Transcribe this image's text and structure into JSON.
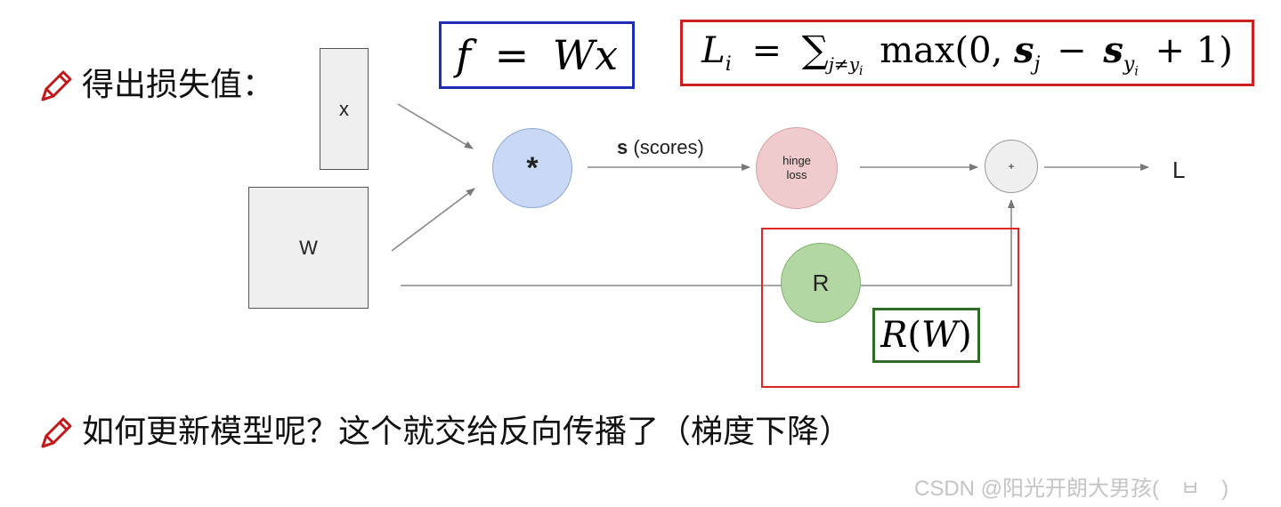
{
  "heading_1": "得出损失值：",
  "heading_2": "如何更新模型呢？这个就交给反向传播了（梯度下降）",
  "icons": {
    "pencil": "pencil-icon"
  },
  "formula_score": {
    "f": "f",
    "eq": "=",
    "W": "W",
    "x": "x"
  },
  "formula_loss": {
    "L": "L",
    "i": "i",
    "eq": "=",
    "sum": "∑",
    "sum_sub_j": "j",
    "sum_sub_neq": "≠",
    "sum_sub_y": "y",
    "sum_sub_yi": "i",
    "max": "max",
    "lparen": "(0,",
    "s1": "s",
    "s1_sub": "j",
    "minus": "−",
    "s2": "s",
    "s2_sub_y": "y",
    "s2_sub_i": "i",
    "plus_one": "+ 1)"
  },
  "formula_reg": {
    "R": "R",
    "lparen": "(",
    "W": "W",
    "rparen": ")"
  },
  "graph": {
    "x_label": "x",
    "w_label": "W",
    "mult_label": "*",
    "scores_bold": "s",
    "scores_text": " (scores)",
    "hinge_line1": "hinge",
    "hinge_line2": "loss",
    "plus_label": "+",
    "r_label": "R",
    "output_label": "L"
  },
  "colors": {
    "box_blue": "#1f2db5",
    "box_red": "#cc1f1f",
    "box_green": "#2e6b25",
    "node_blue": "#c9d9f5",
    "node_pink": "#efcbcd",
    "node_green": "#b3d7a3",
    "node_gray": "#efefef",
    "pencil_red": "#c21818"
  },
  "watermark": "CSDN @阳光开朗大男孩(　ㅂ　)"
}
